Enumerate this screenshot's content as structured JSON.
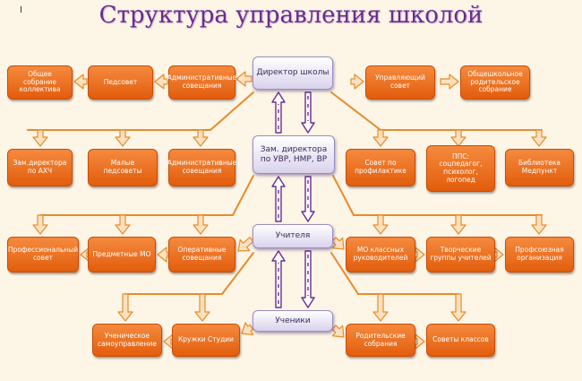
{
  "title": "Структура управления школой",
  "corner_mark": "I",
  "colors": {
    "orange": "#ee7320",
    "purple": "#6a2c91",
    "arrow_fill": "#fbe1bf",
    "arrow_stroke": "#e98b2c",
    "vertical_arrow_fill": "#ffffff",
    "vertical_arrow_stroke": "#6a2c91"
  },
  "center": {
    "director": "Директор школы",
    "deputy": "Зам. директора по УВР, НМР, ВР",
    "teachers": "Учителя",
    "students": "Ученики"
  },
  "row1": {
    "general_meeting": "Общее собрание коллектива",
    "pedsovet": "Педсовет",
    "admin_meetings": "Административные совещания",
    "managing_council": "Управляющий совет",
    "parent_assembly": "Общешкольное родительское собрание"
  },
  "row2": {
    "deputy_ahch": "Зам.директора по АХЧ",
    "small_pedsovets": "Малые педсоветы",
    "admin_meetings": "Административные совещания",
    "prevention_council": "Совет по профилактике",
    "pps": "ППС: соцпедагог, психолог, логопед",
    "library": "Библиотека Медпункт"
  },
  "row3": {
    "prof_council": "Профессиональный совет",
    "subject_mo": "Предметные МО",
    "operative_meetings": "Оперативные совещания",
    "mo_class_teachers": "МО классных руководителей",
    "creative_groups": "Творческие группы учителей",
    "union": "Профсоюзная организация"
  },
  "row4": {
    "student_government": "Ученическое самоуправление",
    "clubs": "Кружки Студии",
    "parent_meetings": "Родительские собрания",
    "class_councils": "Советы классов"
  }
}
